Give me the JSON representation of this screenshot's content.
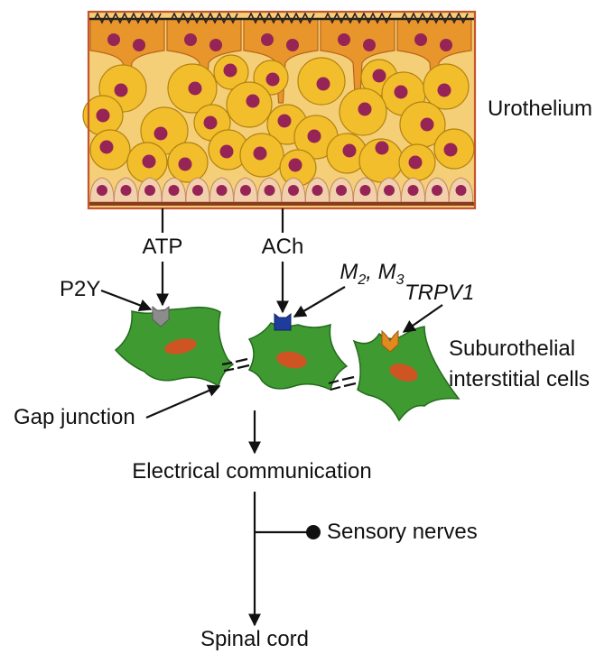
{
  "labels": {
    "urothelium": "Urothelium",
    "atp": "ATP",
    "ach": "ACh",
    "p2y": "P2Y",
    "m_receptor": {
      "base1": "M",
      "sub1": "2",
      "sep": ", ",
      "base2": "M",
      "sub2": "3"
    },
    "trpv1": "TRPV1",
    "suburothelial_line1": "Suburothelial",
    "suburothelial_line2": "interstitial cells",
    "gap_junction": "Gap junction",
    "electrical_communication": "Electrical communication",
    "sensory_nerves": "Sensory nerves",
    "spinal_cord": "Spinal cord"
  },
  "colors": {
    "box_border": "#c4552f",
    "box_fill": "#f4cf78",
    "umbrella": "#e8952c",
    "umbrella_edge": "#b8661a",
    "intermediate": "#f2be2c",
    "intermediate_edge": "#b38310",
    "nucleus": "#962456",
    "basal": "#f2d0ac",
    "basal_edge": "#c08a60",
    "basement": "#8b3b20",
    "apical": "#2a2220",
    "interstitial": "#3f9a32",
    "interstitial_edge": "#236b1c",
    "interstitial_nucleus": "#cf5424",
    "p2y": "#8c8c8c",
    "m_receptor": "#1f3c9c",
    "trpv1": "#e38a1f",
    "ink": "#111111"
  }
}
